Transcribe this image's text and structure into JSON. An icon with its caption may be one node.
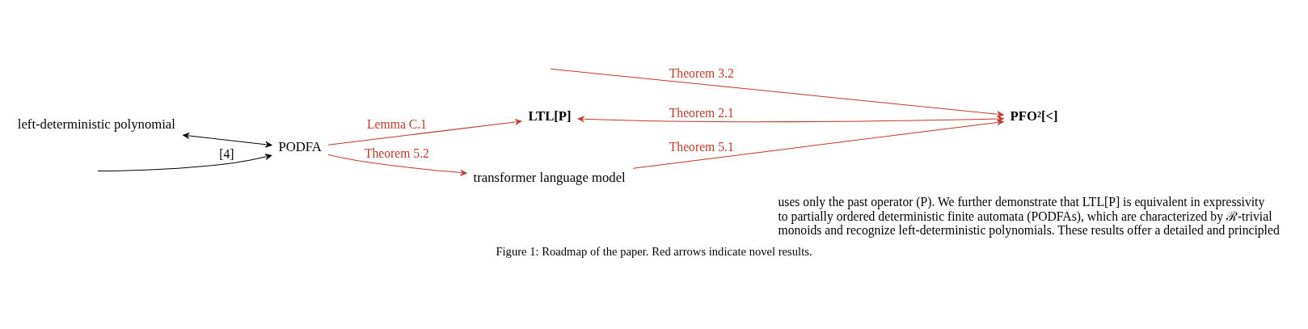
{
  "diagram": {
    "caption": "Figure 1: Roadmap of the paper. Red arrows indicate novel results.",
    "nodes": [
      {
        "text": [
          "left-deterministic polynomial"
        ]
      },
      {
        "text": [
          "PODFA"
        ]
      },
      {
        "text": [
          "LTL[P]"
        ]
      },
      {
        "text": [
          "PFO²[<]"
        ]
      },
      {
        "text": [
          "transformer language model"
        ]
      }
    ],
    "edges": [
      {
        "from": 0,
        "to": 1,
        "arrow": "both",
        "color": "#000000"
      },
      {
        "from": null,
        "to": 1,
        "arrow": "to",
        "label": "[4]",
        "color": "#000000"
      },
      {
        "from": 1,
        "to": 2,
        "arrow": "to",
        "label": "Lemma C.1"
      },
      {
        "from": 2,
        "to": 3,
        "arrow": "both",
        "label": "Theorem 2.1"
      },
      {
        "from": null,
        "to": 3,
        "arrow": "to",
        "label": "Theorem 3.2"
      },
      {
        "from": 1,
        "to": 4,
        "arrow": "to",
        "label": "Theorem 5.2"
      },
      {
        "from": 4,
        "to": 3,
        "arrow": "to",
        "label": "Theorem 5.1"
      }
    ],
    "labels": [
      "uses only the past operator (P). We further demonstrate that LTL[P] is equivalent in expressivity",
      "to partially ordered deterministic finite automata (PODFAs), which are characterized by ℛ-trivial",
      "monoids and recognize left-deterministic polynomials. These results offer a detailed and principled"
    ]
  }
}
